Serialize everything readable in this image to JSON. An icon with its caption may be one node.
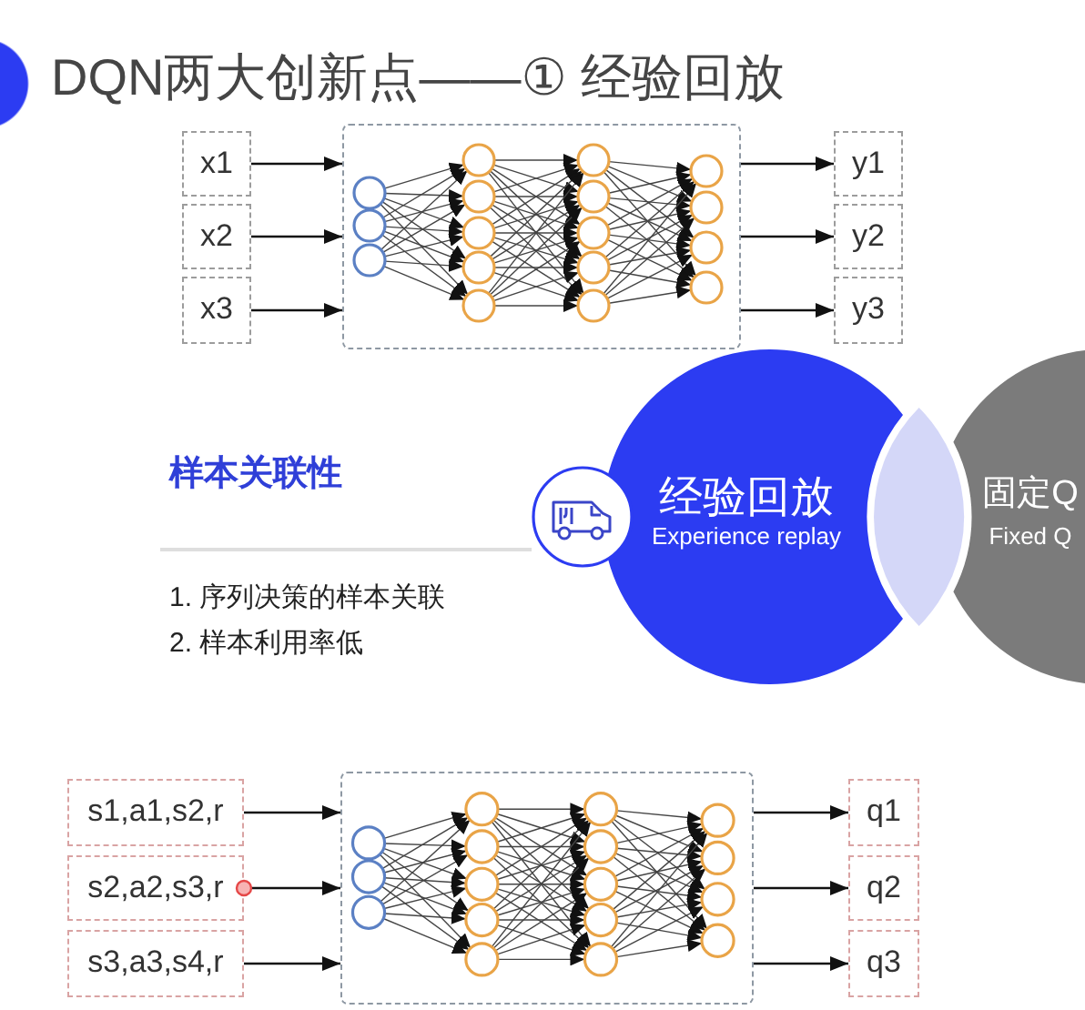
{
  "diagram": {
    "title": "DQN两大创新点——① 经验回放",
    "nodes": [
      {
        "text": [
          "x1"
        ]
      },
      {
        "text": [
          "x2"
        ]
      },
      {
        "text": [
          "x3"
        ]
      },
      {
        "text": [],
        "shape": "picture"
      },
      {
        "text": [
          "y1"
        ]
      },
      {
        "text": [
          "y2"
        ]
      },
      {
        "text": [
          "y3"
        ]
      },
      {
        "text": [
          "经验回放",
          "Experience replay"
        ]
      },
      {
        "text": [],
        "shape": "lens"
      },
      {
        "text": [
          "固定Q",
          "Fixed Q"
        ]
      },
      {
        "text": [
          "s1,a1,s2,r"
        ]
      },
      {
        "text": [
          "s2,a2,s3,r"
        ]
      },
      {
        "text": [
          "s3,a3,s4,r"
        ]
      },
      {
        "text": [],
        "shape": "picture"
      },
      {
        "text": [
          "q1"
        ]
      },
      {
        "text": [
          "q2"
        ]
      },
      {
        "text": [
          "q3"
        ]
      }
    ],
    "edges": [
      {
        "from": 0,
        "to": 3,
        "arrow": "to"
      },
      {
        "from": 1,
        "to": 3,
        "arrow": "to"
      },
      {
        "from": 2,
        "to": 3,
        "arrow": "to"
      },
      {
        "from": 3,
        "to": 4,
        "arrow": "to"
      },
      {
        "from": 3,
        "to": 5,
        "arrow": "to"
      },
      {
        "from": 3,
        "to": 6,
        "arrow": "to"
      },
      {
        "from": 10,
        "to": 13,
        "arrow": "to"
      },
      {
        "from": 11,
        "to": 13,
        "arrow": "to"
      },
      {
        "from": 12,
        "to": 13,
        "arrow": "to"
      },
      {
        "from": 13,
        "to": 14,
        "arrow": "to"
      },
      {
        "from": 13,
        "to": 15,
        "arrow": "to"
      },
      {
        "from": 13,
        "to": 16,
        "arrow": "to"
      }
    ],
    "labels": [
      "样本关联性",
      "1. 序列决策的样本关联",
      "2. 样本利用率低"
    ]
  }
}
